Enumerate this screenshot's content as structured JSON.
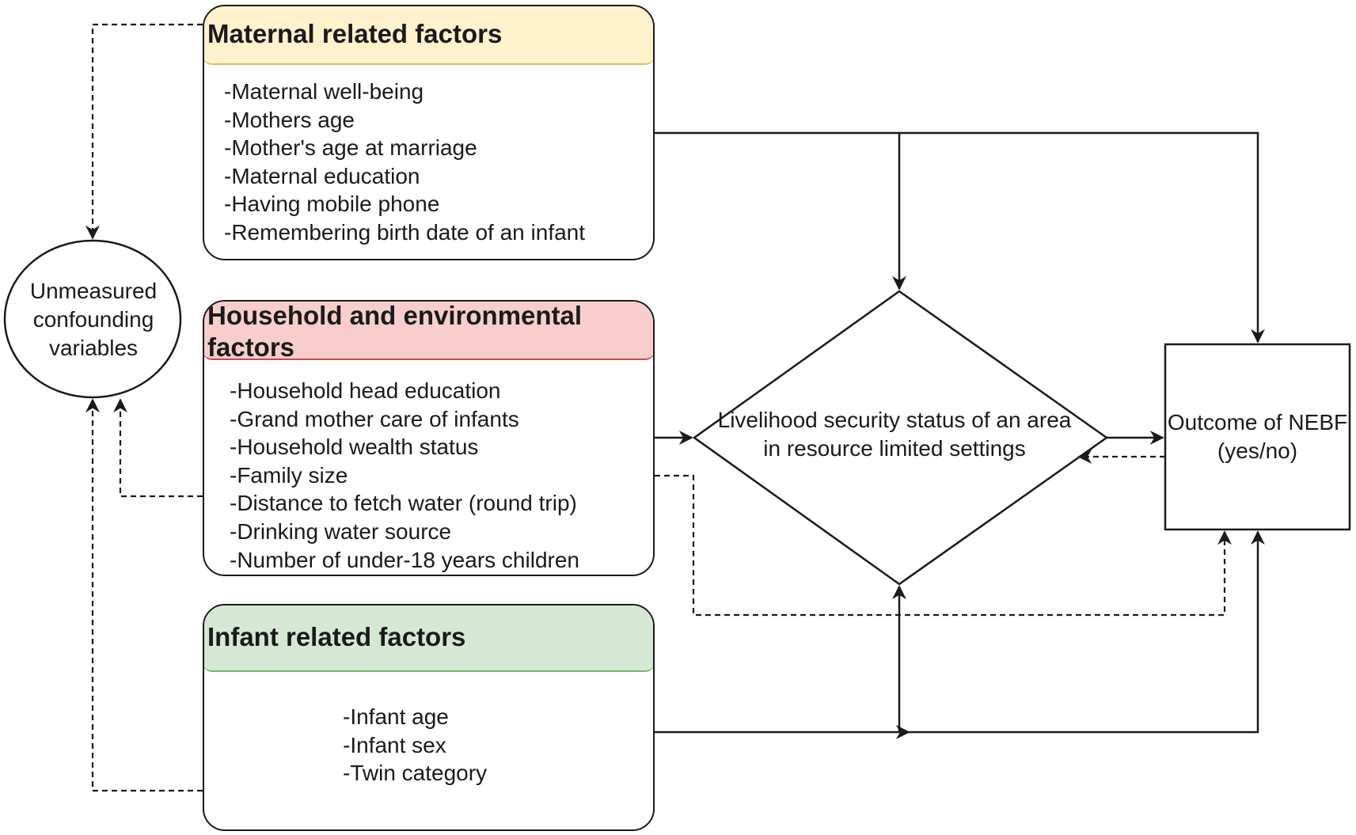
{
  "maternal": {
    "title": "Maternal related factors",
    "items": [
      "-Maternal well-being",
      "-Mothers age",
      "-Mother's age at marriage",
      "-Maternal education",
      "-Having mobile phone",
      "-Remembering birth date of an infant"
    ]
  },
  "household": {
    "title": "Household and environmental factors",
    "items": [
      "-Household head education",
      "-Grand mother care of infants",
      "-Household wealth status",
      "-Family size",
      "-Distance to fetch water (round trip)",
      "-Drinking water source",
      "-Number of under-18 years children"
    ]
  },
  "infant": {
    "title": "Infant related factors",
    "items": [
      "-Infant age",
      "-Infant sex",
      "-Twin category"
    ]
  },
  "confounders": {
    "label": "Unmeasured confounding variables"
  },
  "livelihood": {
    "label": "Livelihood security status of an area in resource limited settings"
  },
  "outcome": {
    "label": "Outcome of NEBF (yes/no)"
  },
  "colors": {
    "maternal_header": "#fff2cc",
    "household_header": "#f8cecc",
    "infant_header": "#d5e8d4",
    "line": "#1a1a1a"
  }
}
